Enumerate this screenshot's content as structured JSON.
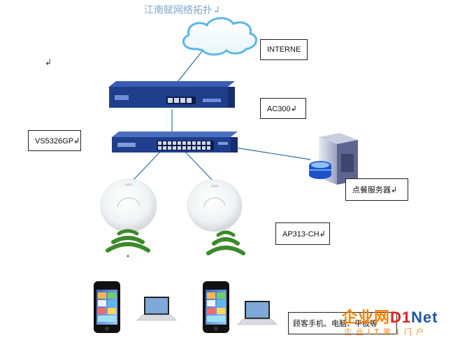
{
  "title": "江南赋网络拓扑↲",
  "cursor_mark": "↲",
  "labels": {
    "internet": "INTERNE",
    "ac": "AC300↲",
    "switch": "VS5326GP↲",
    "server": "点餐服务器↲",
    "ap": "AP313-CH↲",
    "clients": "顾客手机、电脑、平板等"
  },
  "watermark": {
    "line1_a": "企业网",
    "line1_b": "D1",
    "line1_c": "Net",
    "line2": "企业IT第1门户"
  },
  "colors": {
    "switch_blue": "#1f3f8c",
    "cloud": "#5bb7e6",
    "signal_green": "#3b8a2a",
    "link_line": "#2e6f9e"
  }
}
